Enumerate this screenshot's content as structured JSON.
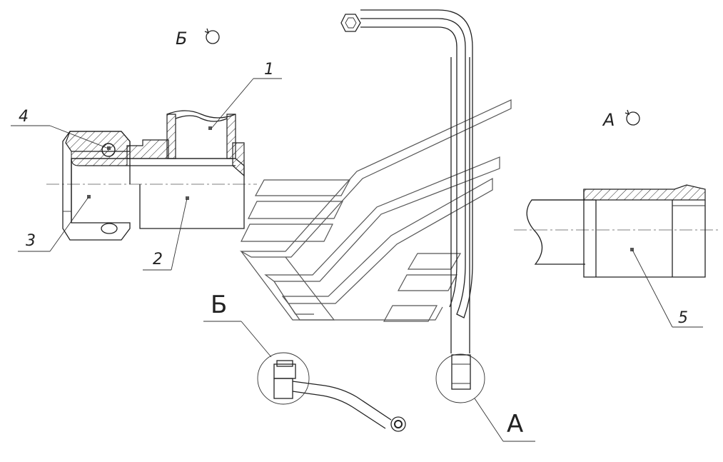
{
  "views": {
    "b_title": "Б",
    "a_title": "А"
  },
  "detail_callouts": {
    "b": "Б",
    "a": "А"
  },
  "positions": {
    "p1": "1",
    "p2": "2",
    "p3": "3",
    "p4": "4",
    "p5": "5"
  },
  "colors": {
    "line": "#222222",
    "hatch": "#222222",
    "watermark": "#555555",
    "background": "#ffffff"
  },
  "icons": {
    "view_rotation": "rotation-circle-icon"
  }
}
